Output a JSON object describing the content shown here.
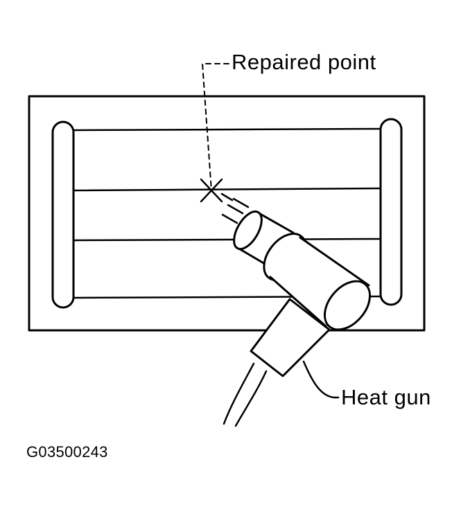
{
  "labels": {
    "repaired_point": "Repaired point",
    "heat_gun": "Heat gun",
    "figure_id": "G03500243"
  },
  "colors": {
    "stroke": "#000000",
    "background": "#ffffff"
  }
}
